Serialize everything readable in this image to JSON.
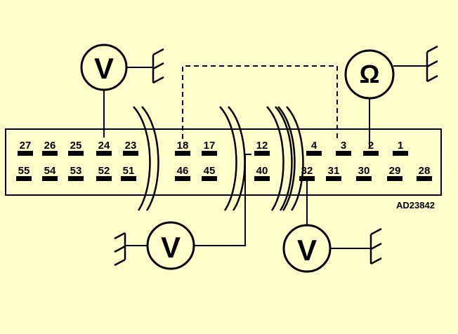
{
  "connector": {
    "top_row": [
      "27",
      "26",
      "25",
      "24",
      "23",
      "18",
      "17",
      "12",
      "4",
      "3",
      "2",
      "1"
    ],
    "bottom_row": [
      "55",
      "54",
      "53",
      "52",
      "51",
      "46",
      "45",
      "40",
      "32",
      "31",
      "30",
      "29",
      "28"
    ]
  },
  "meters": {
    "voltmeter_top": "V",
    "ohmmeter": "Ω",
    "voltmeter_bottom_left": "V",
    "voltmeter_bottom_right": "V"
  },
  "figure_code": "AD23842",
  "colors": {
    "background": "#ffffcc",
    "ink": "#000000"
  }
}
